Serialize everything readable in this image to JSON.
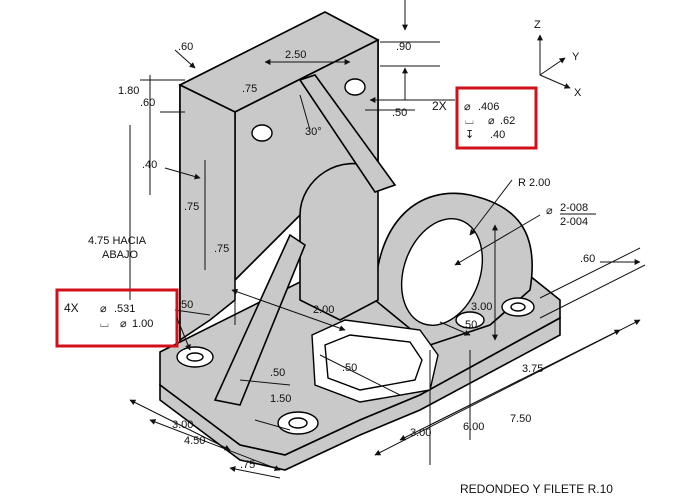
{
  "axes": {
    "z": "Z",
    "y": "Y",
    "x": "X"
  },
  "dimensions": {
    "d_060_top": ".60",
    "d_250": "2.50",
    "d_090": ".90",
    "d_180": "1.80",
    "d_060_left": ".60",
    "d_075_top": ".75",
    "d_050_right": ".50",
    "d_030": "30°",
    "d_040": ".40",
    "d_075_mid": ".75",
    "d_075_low": ".75",
    "d_475_line1": "4.75 HACIA",
    "d_475_line2": "ABAJO",
    "d_050_left": ".50",
    "d_200": "2.00",
    "d_050_bottom": ".50",
    "d_050_slot": ".50",
    "d_150": "1.50",
    "d_300_bottom": "3.00",
    "d_450": "4.50",
    "d_075_bottom": ".75",
    "d_300_lower": "3.00",
    "d_600": "6.00",
    "d_750": "7.50",
    "d_375": "3.75",
    "d_300_right": "3.00",
    "d_060_right": ".60",
    "d_050_rib": ".50",
    "d_r200": "R 2.00",
    "bore_line1": "2-008",
    "bore_line2": "2-004"
  },
  "callout_top": {
    "count": "2X",
    "line1": ".406",
    "line2": ".62",
    "line3": ".40"
  },
  "callout_left": {
    "count": "4X",
    "line1": ".531",
    "line2": "1.00"
  },
  "footer_note": "REDONDEO Y FILETE R.10",
  "colors": {
    "callout_border": "#d0101b"
  }
}
